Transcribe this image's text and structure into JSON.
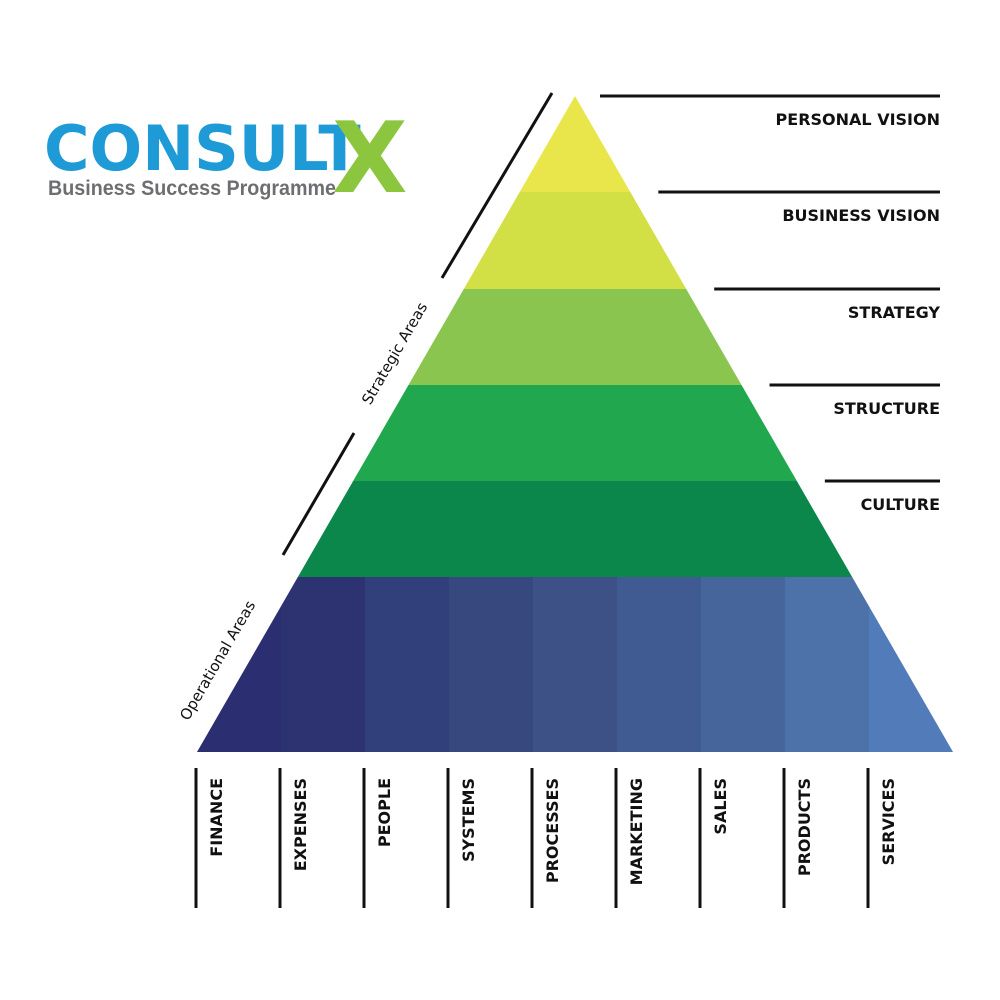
{
  "logo": {
    "brand": "CONSULT",
    "brand_mark": "X",
    "tagline": "Business Success Programme",
    "colors": {
      "brand": "#1e9bd7",
      "mark": "#8cc63f",
      "tagline": "#6d6e71"
    }
  },
  "side_labels": {
    "strategic": "Strategic Areas",
    "operational": "Operational Areas"
  },
  "strategic_levels": [
    {
      "label": "PERSONAL VISION",
      "color": "#e8e64b"
    },
    {
      "label": "BUSINESS VISION",
      "color": "#d2df45"
    },
    {
      "label": "STRATEGY",
      "color": "#8ac54f"
    },
    {
      "label": "STRUCTURE",
      "color": "#21a84e"
    },
    {
      "label": "CULTURE",
      "color": "#0c874b"
    }
  ],
  "operational_areas": [
    {
      "label": "FINANCE",
      "color": "#2b2e70"
    },
    {
      "label": "EXPENSES",
      "color": "#2d3371"
    },
    {
      "label": "PEOPLE",
      "color": "#313f7b"
    },
    {
      "label": "SYSTEMS",
      "color": "#37487f"
    },
    {
      "label": "PROCESSES",
      "color": "#3d5187"
    },
    {
      "label": "MARKETING",
      "color": "#405b91"
    },
    {
      "label": "SALES",
      "color": "#46659b"
    },
    {
      "label": "PRODUCTS",
      "color": "#4d72aa"
    },
    {
      "label": "SERVICES",
      "color": "#527cb9"
    }
  ]
}
